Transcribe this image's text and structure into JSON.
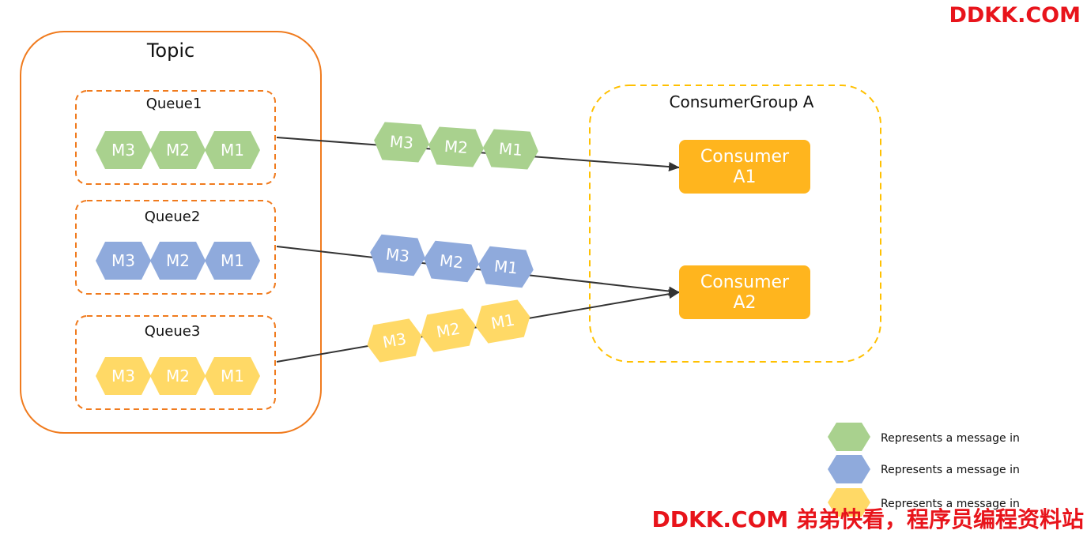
{
  "topic": {
    "title": "Topic"
  },
  "queues": [
    {
      "name": "Queue1",
      "color": "#a9d18e",
      "messages": [
        "M3",
        "M2",
        "M1"
      ]
    },
    {
      "name": "Queue2",
      "color": "#8faadc",
      "messages": [
        "M3",
        "M2",
        "M1"
      ]
    },
    {
      "name": "Queue3",
      "color": "#ffd966",
      "messages": [
        "M3",
        "M2",
        "M1"
      ]
    }
  ],
  "in_flight": [
    {
      "queue": "Queue1",
      "messages": [
        "M3",
        "M2",
        "M1"
      ]
    },
    {
      "queue": "Queue2",
      "messages": [
        "M3",
        "M2",
        "M1"
      ]
    },
    {
      "queue": "Queue3",
      "messages": [
        "M3",
        "M2",
        "M1"
      ]
    }
  ],
  "consumer_group": {
    "title": "ConsumerGroup A",
    "consumers": [
      {
        "line1": "Consumer",
        "line2": "A1"
      },
      {
        "line1": "Consumer",
        "line2": "A2"
      }
    ]
  },
  "legend": [
    {
      "color": "#a9d18e",
      "text": "Represents a message in"
    },
    {
      "color": "#8faadc",
      "text": "Represents a message in"
    },
    {
      "color": "#ffd966",
      "text": "Represents a message in"
    }
  ],
  "colors": {
    "topic_border": "#f07b1e",
    "queue_border": "#f07b1e",
    "group_border": "#ffc000",
    "consumer_fill": "#ffb51e",
    "arrow": "#333333"
  },
  "watermark": {
    "top": "DDKK.COM",
    "bottom": "DDKK.COM 弟弟快看，程序员编程资料站"
  }
}
